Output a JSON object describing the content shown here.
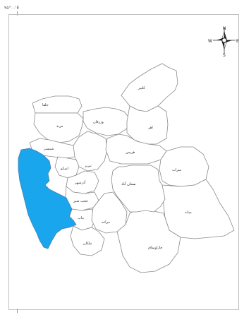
{
  "coordinate_top": "۴۵°۰۰'E",
  "compass": {
    "north": "N",
    "east": "E",
    "south": "S",
    "west": "W"
  },
  "colors": {
    "highlight": "#f0575a",
    "lake": "#1aa6ec",
    "border": "#8a8a8a"
  },
  "counties": {
    "kaleybar": "کلیبر",
    "jolfa": "جلفا",
    "marand": "مرند",
    "varzaqan": "ورزقان",
    "ahar": "اهر",
    "shabestar": "شبستر",
    "tabriz": "تبریز",
    "heris": "هریس",
    "sarab": "سراب",
    "bostanabad": "بستان آباد",
    "osku": "اسکو",
    "azarshahr": "آذرشهر",
    "ajabshir": "عجب شیر",
    "bonab": "بناب",
    "maragheh": "مراغه",
    "malekan": "ملکان",
    "mianeh": "میانه",
    "charuymaq": "چاراویماق"
  }
}
